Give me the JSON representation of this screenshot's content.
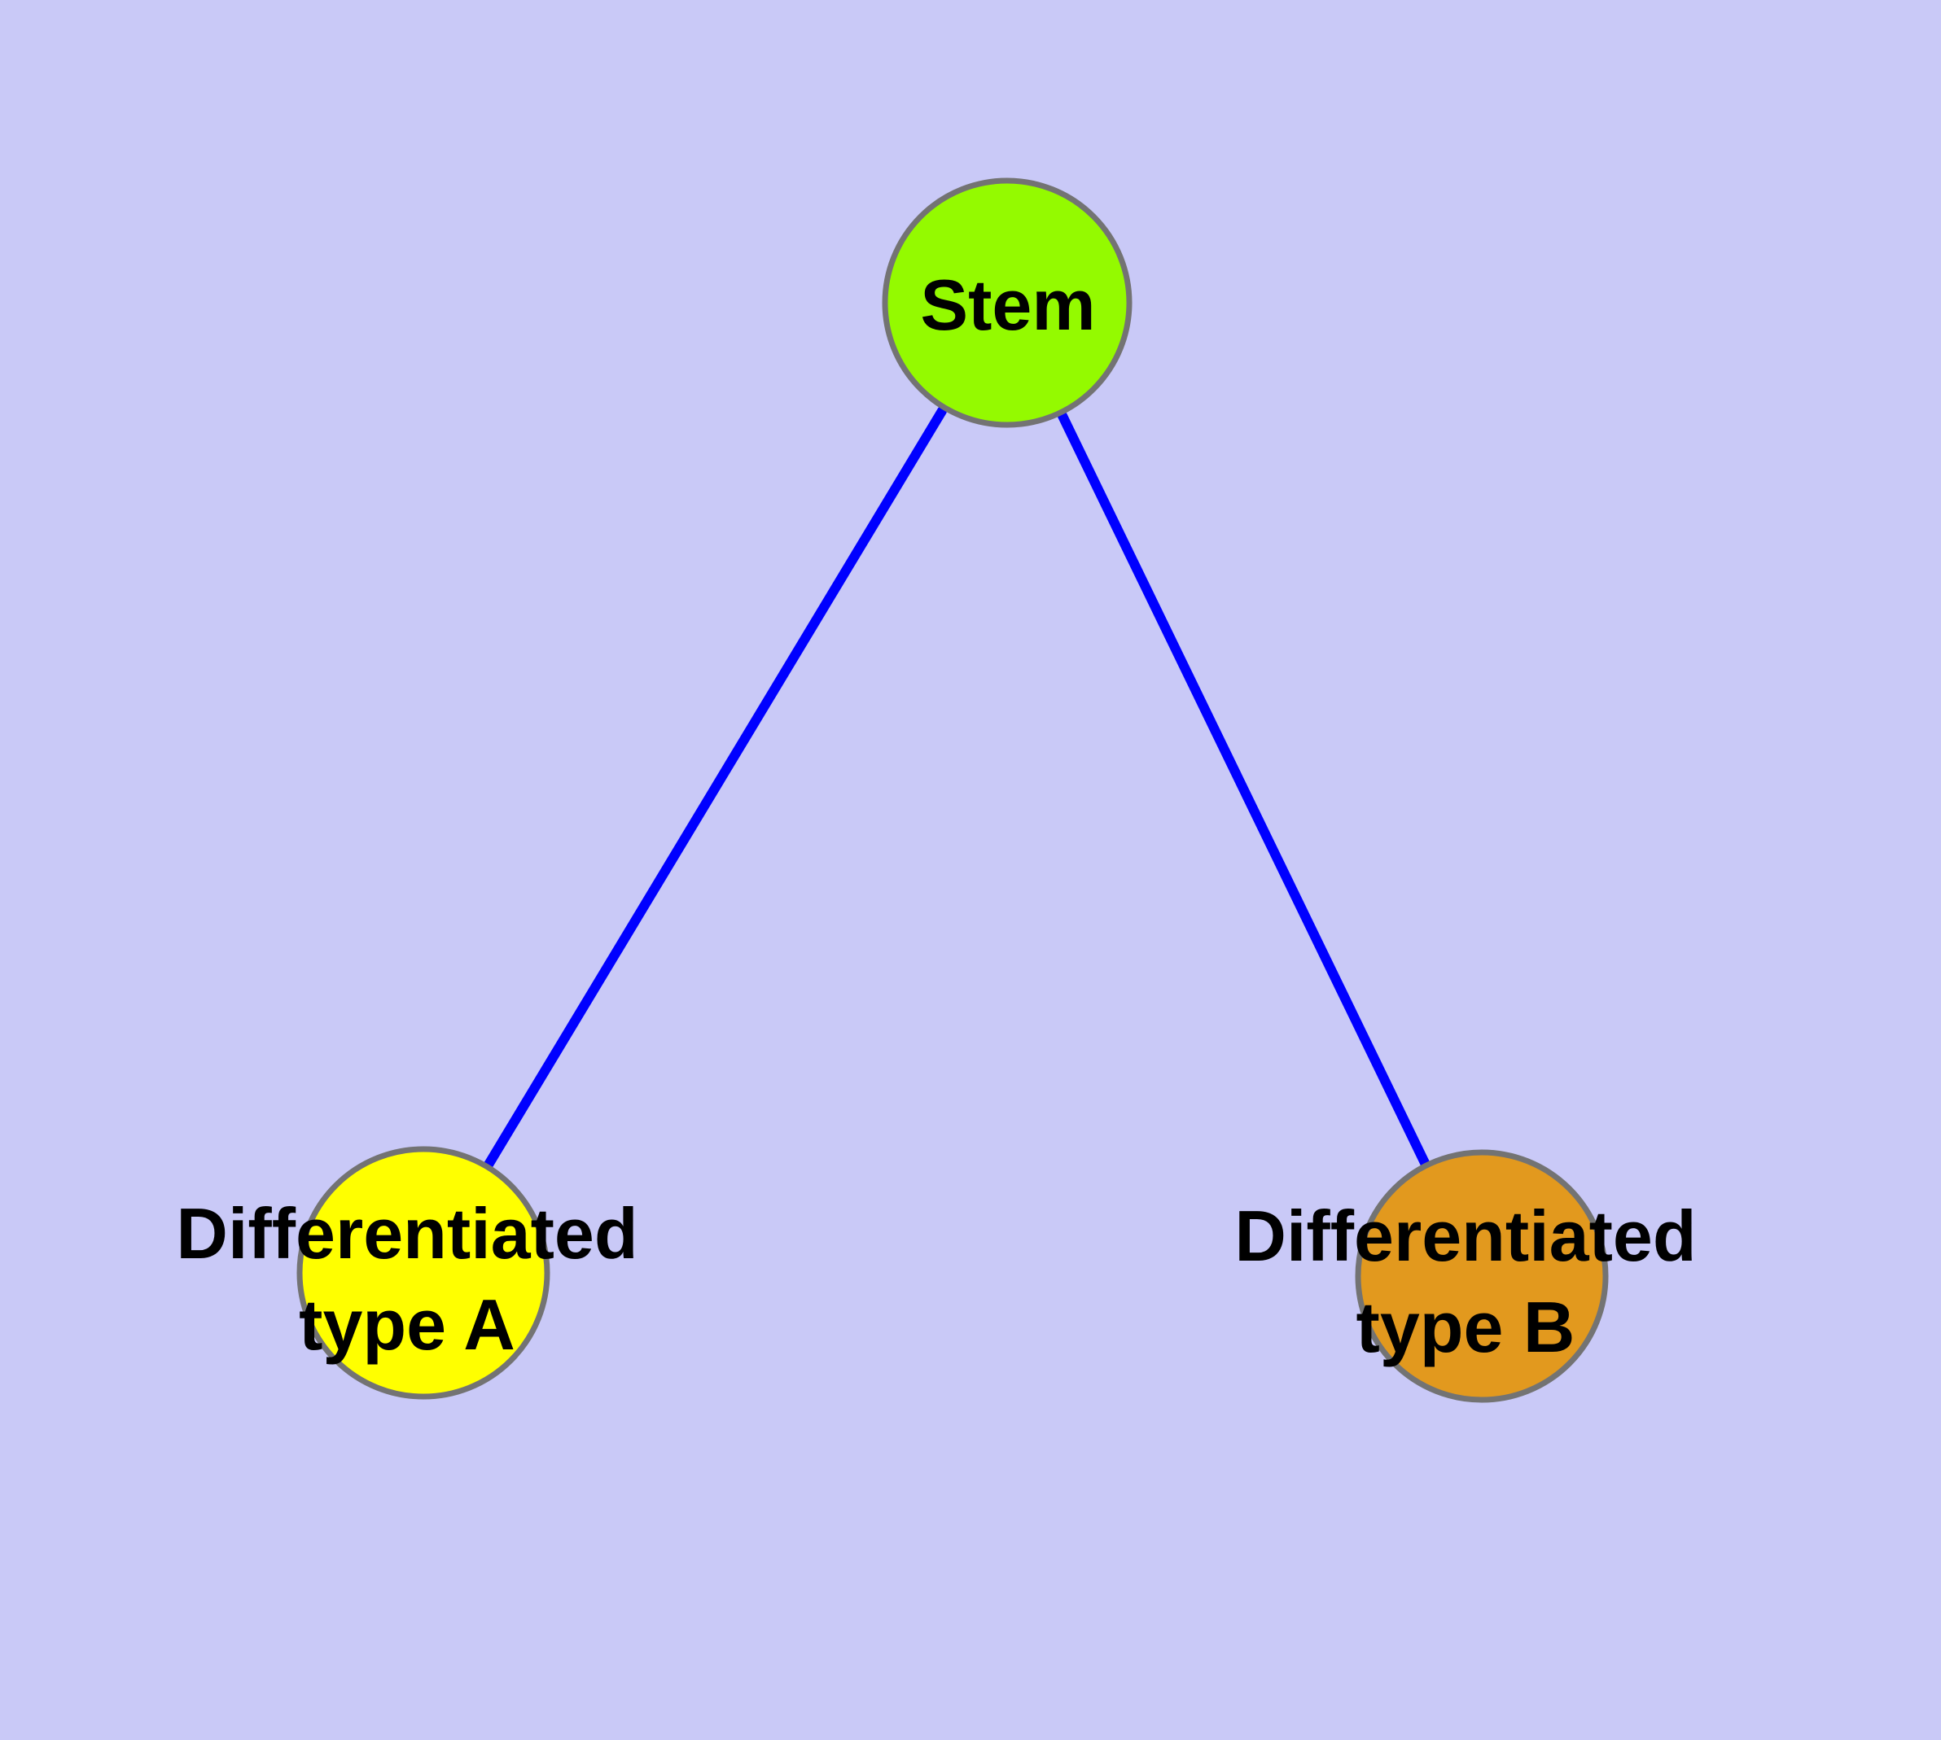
{
  "diagram_title": "",
  "background_color": "#c9c9f7",
  "text_color": "#000000",
  "nodes": {
    "stem": {
      "label": "Stem",
      "fill": "#94fa00",
      "border": "#737373"
    },
    "type_a": {
      "label_line1": "Differentiated",
      "label_line2": "type A",
      "fill": "#ffff00",
      "border": "#737373"
    },
    "type_b": {
      "label_line1": "Differentiated",
      "label_line2": "type B",
      "fill": "#e2991e",
      "border": "#737373"
    }
  },
  "edges": {
    "color": "#0000ff",
    "list": [
      {
        "from": "Stem",
        "to": "Differentiated type A"
      },
      {
        "from": "Stem",
        "to": "Differentiated type B"
      }
    ]
  }
}
